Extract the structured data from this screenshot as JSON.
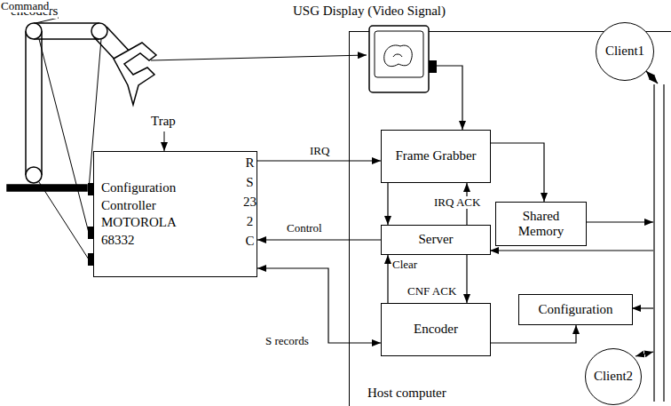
{
  "diagram": {
    "nodes": [
      {
        "text": [
          "USG Display (Video Signal)"
        ]
      },
      {
        "text": [
          "Host computer"
        ]
      },
      {
        "text": [
          "Configuration Controller MOTOROLA 68332"
        ]
      },
      {
        "text": [
          "Client1"
        ],
        "in": 1
      },
      {
        "text": [
          "Frame Grabber"
        ],
        "in": 1
      },
      {
        "text": [
          "Shared Memory"
        ],
        "in": 1
      },
      {
        "text": [
          "Server"
        ],
        "in": 1
      },
      {
        "text": [
          "Configuration"
        ],
        "in": 1
      },
      {
        "text": [
          "Encoder"
        ],
        "in": 1
      },
      {
        "text": [
          "Client2"
        ],
        "in": 1
      }
    ],
    "edges": [
      {
        "from": 2,
        "to": 4,
        "label": "IRQ",
        "arrow": "to"
      },
      {
        "from": 6,
        "to": 2,
        "label": "Control",
        "arrow": "to"
      },
      {
        "from": 2,
        "to": 8,
        "label": "S records",
        "arrow": "both"
      },
      {
        "from": 0,
        "to": 4,
        "arrow": "to"
      },
      {
        "from": 4,
        "to": 6,
        "label": "IRQ ACK",
        "arrow": "to"
      },
      {
        "from": 6,
        "to": 4,
        "label": "Clear",
        "arrow": "to"
      },
      {
        "from": 8,
        "to": 6,
        "label": "CNF ACK",
        "arrow": "to"
      },
      {
        "from": 6,
        "to": 8,
        "label": "Command",
        "arrow": "to"
      },
      {
        "from": 4,
        "to": 5,
        "arrow": "to"
      },
      {
        "from": 8,
        "to": 7,
        "arrow": "to"
      }
    ],
    "labels": [
      "encoders",
      "Trap",
      "RS232C"
    ]
  }
}
